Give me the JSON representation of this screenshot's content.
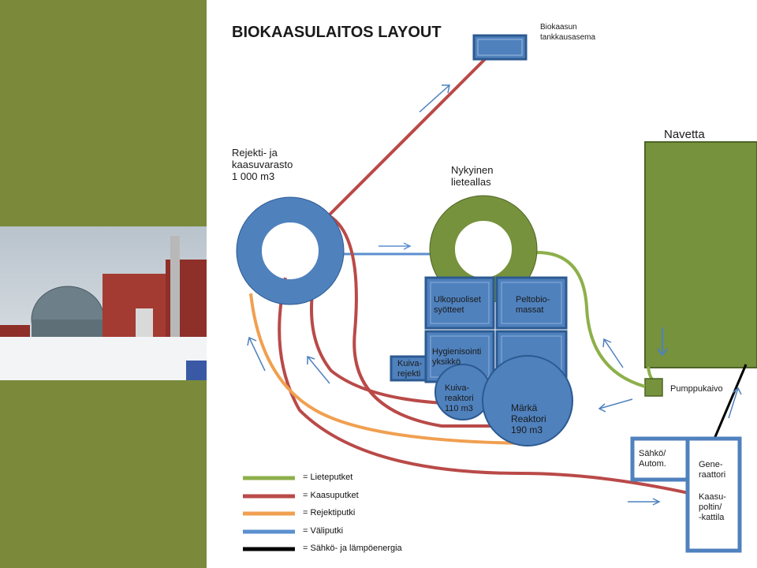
{
  "title": "BIOKAASULAITOS LAYOUT",
  "labels": {
    "tank_station": "Biokaasun\ntankkausasema",
    "reject_storage": "Rejekti- ja\nkaasuvarasto\n1 000 m3",
    "current_pool": "Nykyinen\nlieteallas",
    "barn": "Navetta",
    "external_feed": "Ulkopuoliset\nsyötteet",
    "field_bio": "Peltobio-\nmassat",
    "hygienization": "Hygienisointi\nyksikkö",
    "dry_reject": "Kuiva-\nrejekti",
    "dry_reactor": "Kuiva-\nreaktori\n110 m3",
    "wet_reactor": "Märkä\nReaktori\n190 m3",
    "pump_pit": "Pumppukaivo",
    "electric": "Sähkö/\nAutom.",
    "generators": "Gene-\nraattori",
    "gas_burner": "Kaasu-\npoltin/\n-kattila"
  },
  "legend": [
    {
      "label": "= Lieteputket",
      "color": "#8db04a"
    },
    {
      "label": "= Kaasuputket",
      "color": "#b94a48"
    },
    {
      "label": "= Rejektiputki",
      "color": "#f0a050"
    },
    {
      "label": "= Väliputki",
      "color": "#5b8fcf"
    },
    {
      "label": "= Sähkö- ja lämpöenergia",
      "color": "#000000"
    }
  ],
  "colors": {
    "sidebar": "#7a8a3a",
    "blue": "#4f81bd",
    "green": "#76923c",
    "red": "#b94a48",
    "orange": "#f0a050"
  }
}
